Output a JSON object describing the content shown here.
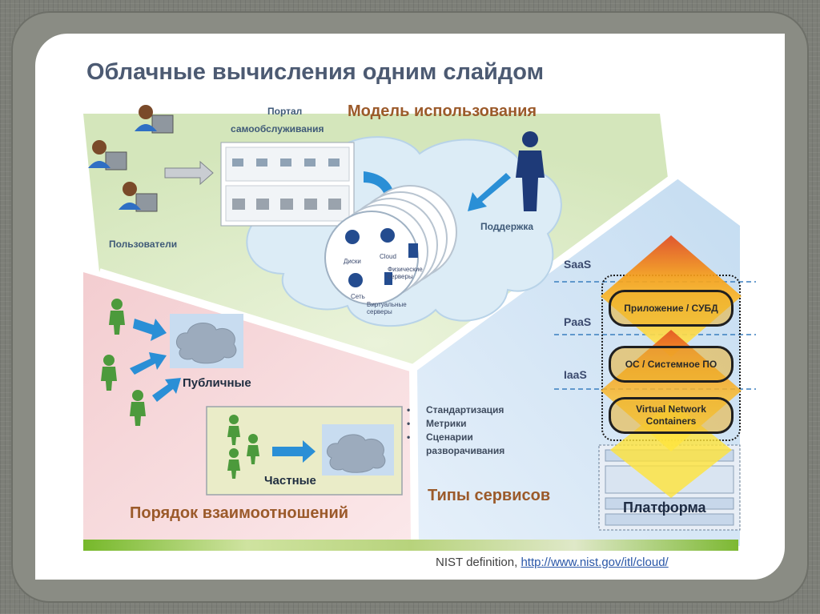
{
  "title": "Облачные вычисления одним слайдом",
  "usage_model": {
    "heading": "Модель использования",
    "portal_label_1": "Портал",
    "portal_label_2": "самообслуживания",
    "users_label": "Пользователи",
    "support_label": "Поддержка",
    "disc_labels": {
      "disks": "Диски",
      "cloud": "Cloud",
      "physical": "Физические серверы",
      "network": "Сеть",
      "virtual": "Виртуальные серверы"
    }
  },
  "relationships": {
    "heading": "Порядок взаимоотношений",
    "public_label": "Публичные",
    "private_label": "Частные"
  },
  "service_types": {
    "heading": "Типы сервисов",
    "tiers": [
      "SaaS",
      "PaaS",
      "IaaS"
    ],
    "layers": [
      "Приложение / СУБД",
      "ОС / Системное ПО",
      "Virtual Network Containers"
    ],
    "platform_label": "Платформа",
    "bullets": [
      "Стандартизация",
      "Метрики",
      "Сценарии разворачивания"
    ]
  },
  "footer": {
    "prefix": "NIST definition,",
    "link": "http://www.nist.gov/itl/cloud/"
  },
  "colors": {
    "title": "#4c5a72",
    "heading_orange": "#9b5a2a",
    "green_region": "#dcebc6",
    "pink_region": "#f6d6d8",
    "blue_region": "#d3e6f5",
    "cloud": "#dcecf6",
    "arrow_blue": "#2a8fd6",
    "person_green": "#4c9a3c"
  },
  "icons": [
    "user-at-computer-icon",
    "arrow-right-icon",
    "cloud-icon",
    "support-person-icon",
    "server-disc-icon",
    "person-icon"
  ]
}
